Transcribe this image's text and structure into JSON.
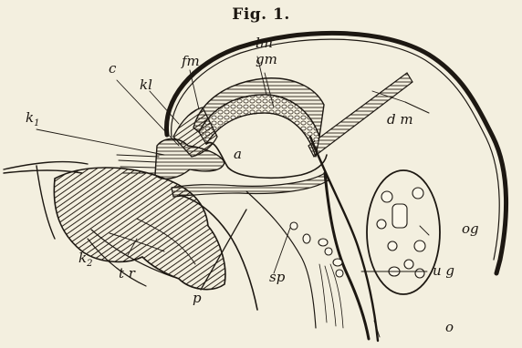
{
  "figure": {
    "title": "Fig. 1.",
    "labels": {
      "c": "c",
      "kl": "kl",
      "k1": "k",
      "k1_sub": "1",
      "k2": "k",
      "k2_sub": "2",
      "fm": "fm",
      "lm": "lm",
      "gm": "gm",
      "dm": "d m",
      "a": "a",
      "og": "og",
      "ug": "u g",
      "sp": "sp",
      "tr": "t r",
      "p": "p",
      "o": "o"
    }
  }
}
